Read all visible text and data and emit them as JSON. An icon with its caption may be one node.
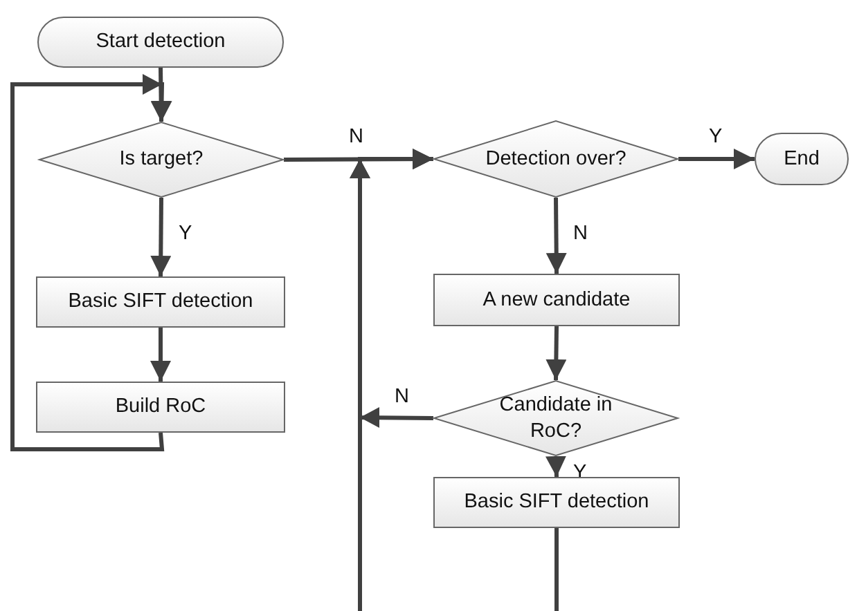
{
  "diagram": {
    "nodes": [
      {
        "text": [
          "Start detection"
        ]
      },
      {
        "text": [
          "Is target?"
        ]
      },
      {
        "text": [
          "Basic SIFT detection"
        ]
      },
      {
        "text": [
          "Build RoC"
        ]
      },
      {
        "text": [
          "Detection over?"
        ]
      },
      {
        "text": [
          "End"
        ]
      },
      {
        "text": [
          "A new candidate"
        ]
      },
      {
        "text": [
          "Candidate in RoC?"
        ]
      },
      {
        "text": [
          "Basic SIFT detection"
        ]
      }
    ],
    "edges": [
      {
        "from": 0,
        "to": 1,
        "arrow": "to"
      },
      {
        "from": 1,
        "to": 4,
        "arrow": "to",
        "label": "N"
      },
      {
        "from": 1,
        "to": 2,
        "arrow": "to",
        "label": "Y"
      },
      {
        "from": 2,
        "to": 3,
        "arrow": "to"
      },
      {
        "from": 3,
        "to": 1,
        "arrow": "to"
      },
      {
        "from": 4,
        "to": 5,
        "arrow": "to",
        "label": "Y"
      },
      {
        "from": 4,
        "to": 6,
        "arrow": "to",
        "label": "N"
      },
      {
        "from": 6,
        "to": 7,
        "arrow": "to"
      },
      {
        "from": 7,
        "to": 4,
        "arrow": "to",
        "label": "N"
      },
      {
        "from": 7,
        "to": 8,
        "arrow": "to",
        "label": "Y"
      },
      {
        "from": 8,
        "to": null,
        "arrow": "none"
      },
      {
        "from": null,
        "to": 4,
        "arrow": "to"
      }
    ]
  }
}
